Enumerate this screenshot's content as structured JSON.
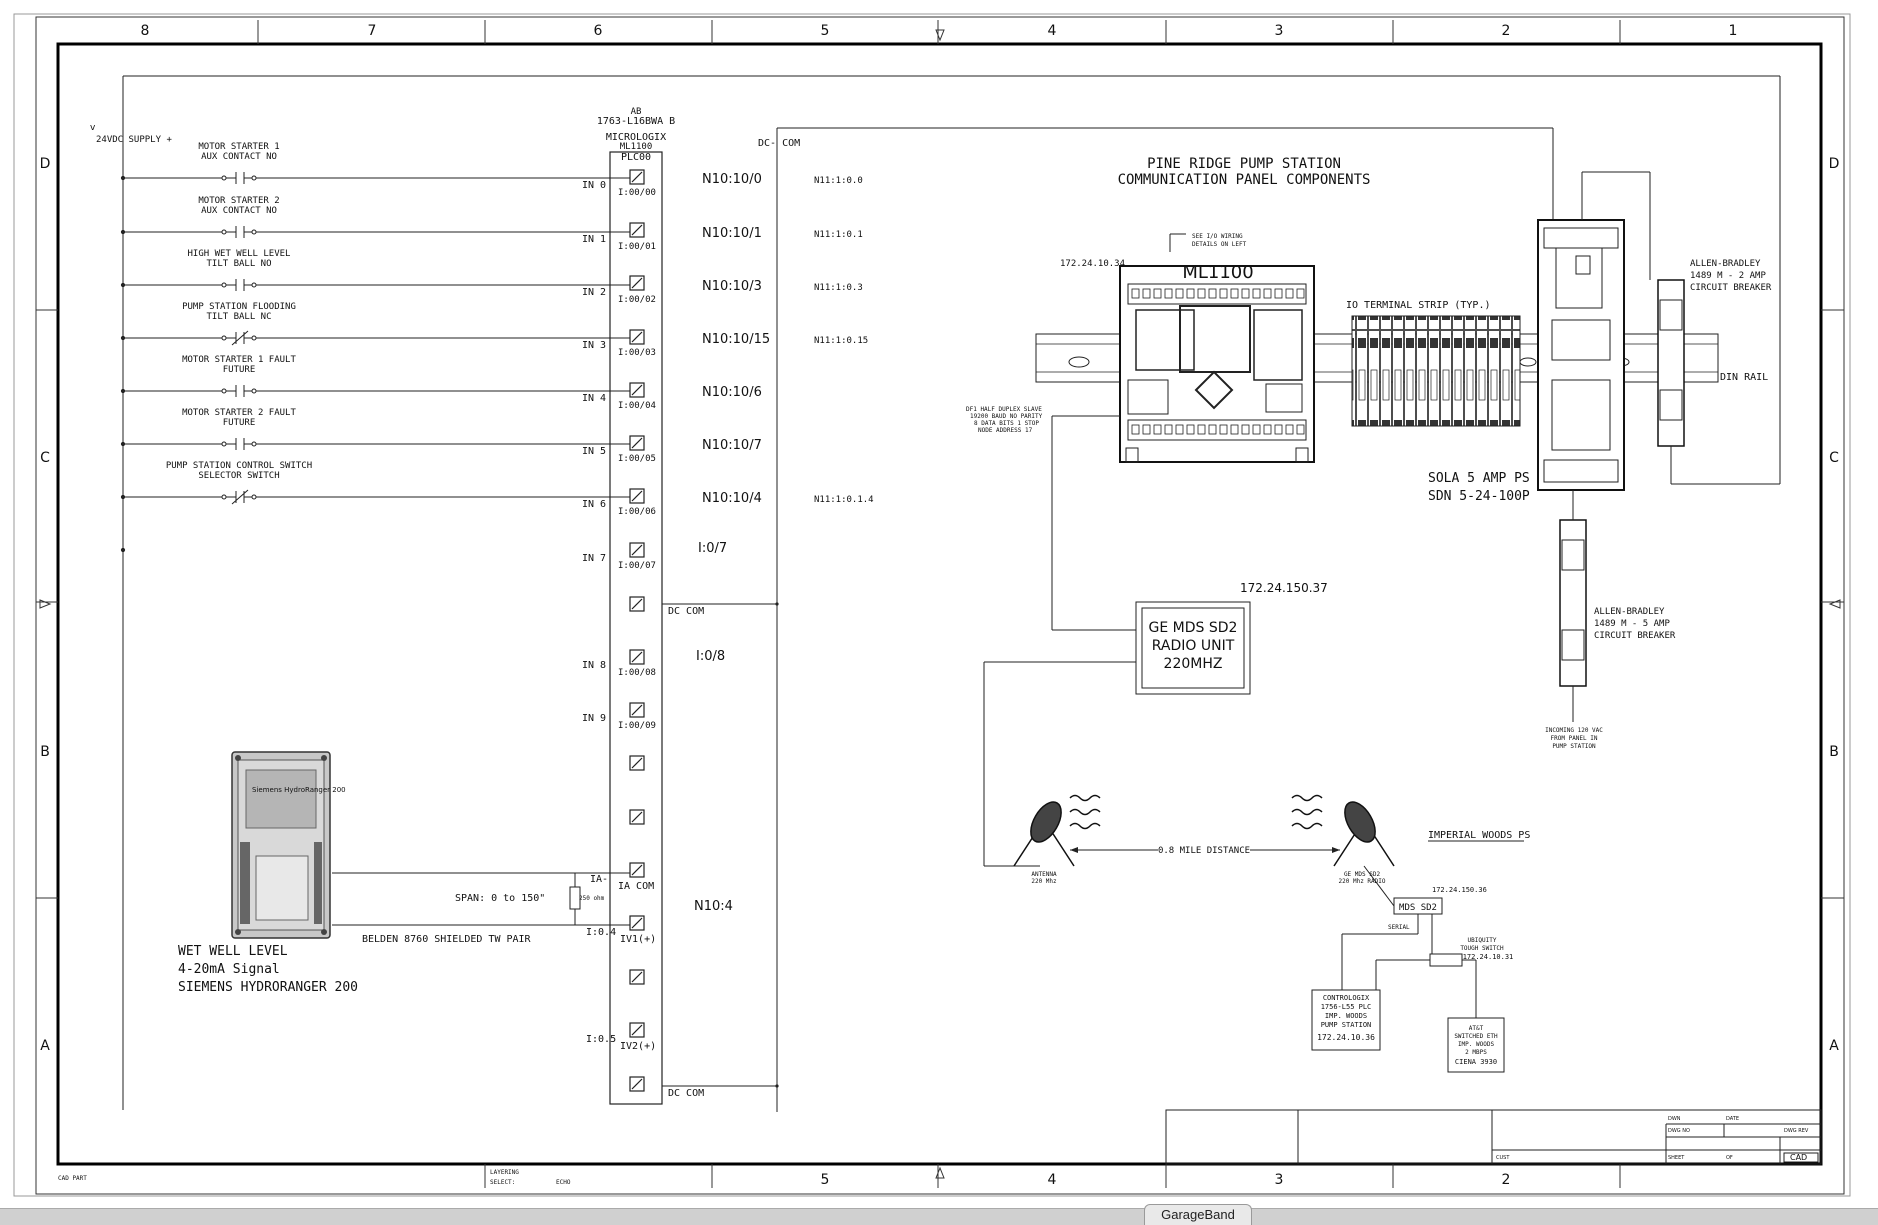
{
  "zones": {
    "columns": [
      "8",
      "7",
      "6",
      "5",
      "4",
      "3",
      "2",
      "1"
    ],
    "rows": [
      "D",
      "C",
      "B",
      "A"
    ]
  },
  "supply": {
    "label": "24VDC SUPPLY +",
    "mark": "v"
  },
  "plc": {
    "ab": "AB",
    "catalog": "1763-L16BWA B",
    "family": "MICROLOGIX",
    "model": "ML1100",
    "tag": "PLC00",
    "dc_com_top": "DC- COM",
    "dc_com": "DC COM",
    "dc_com_bottom": "DC COM",
    "ia_minus": "IA-",
    "ia_com": "IA COM",
    "iv1": "IV1(+)",
    "iv2": "IV2(+)",
    "i04": "I:0.4",
    "i05": "I:0.5",
    "n10_4": "N10:4",
    "io7": "I:0/7",
    "io8": "I:0/8"
  },
  "inputs": [
    {
      "line1": "MOTOR STARTER 1",
      "line2": "AUX CONTACT NO",
      "in": "IN 0",
      "addr": "I:00/00",
      "tag": "N10:10/0",
      "alt": "N11:1:0.0"
    },
    {
      "line1": "MOTOR STARTER 2",
      "line2": "AUX CONTACT NO",
      "in": "IN 1",
      "addr": "I:00/01",
      "tag": "N10:10/1",
      "alt": "N11:1:0.1"
    },
    {
      "line1": "HIGH WET WELL LEVEL",
      "line2": "TILT BALL NO",
      "in": "IN 2",
      "addr": "I:00/02",
      "tag": "N10:10/3",
      "alt": "N11:1:0.3"
    },
    {
      "line1": "PUMP STATION FLOODING",
      "line2": "TILT BALL NC",
      "in": "IN 3",
      "addr": "I:00/03",
      "tag": "N10:10/15",
      "alt": "N11:1:0.15"
    },
    {
      "line1": "MOTOR STARTER 1 FAULT",
      "line2": "FUTURE",
      "in": "IN 4",
      "addr": "I:00/04",
      "tag": "N10:10/6",
      "alt": ""
    },
    {
      "line1": "MOTOR STARTER 2 FAULT",
      "line2": "FUTURE",
      "in": "IN 5",
      "addr": "I:00/05",
      "tag": "N10:10/7",
      "alt": ""
    },
    {
      "line1": "PUMP STATION CONTROL SWITCH",
      "line2": "SELECTOR SWITCH",
      "in": "IN 6",
      "addr": "I:00/06",
      "tag": "N10:10/4",
      "alt": "N11:1:0.1.4"
    }
  ],
  "in7": {
    "in": "IN 7",
    "addr": "I:00/07"
  },
  "in8": {
    "in": "IN 8",
    "addr": "I:00/08"
  },
  "in9": {
    "in": "IN 9",
    "addr": "I:00/09"
  },
  "wetwell": {
    "line1": "WET WELL LEVEL",
    "line2": "4-20mA Signal",
    "line3": "SIEMENS HYDRORANGER 200",
    "cable": "BELDEN 8760 SHIELDED TW PAIR",
    "span": "SPAN: 0 to 150\"",
    "resistor": "250 ohm",
    "device_text": "Siemens HydroRanger 200"
  },
  "title": {
    "line1": "PINE RIDGE PUMP STATION",
    "line2": "COMMUNICATION PANEL COMPONENTS"
  },
  "components": {
    "ml1100": "ML1100",
    "ml_ip": "172.24.10.34",
    "see_io_1": "SEE I/O WIRING",
    "see_io_2": "DETAILS ON LEFT",
    "df1_1": "DF1 HALF DUPLEX SLAVE",
    "df1_2": "19200 BAUD NO PARITY",
    "df1_3": "8 DATA BITS 1 STOP",
    "df1_4": "NODE ADDRESS 17",
    "terminal": "IO TERMINAL STRIP (TYP.)",
    "din": "DIN RAIL",
    "cb2_1": "ALLEN-BRADLEY",
    "cb2_2": "1489 M - 2 AMP",
    "cb2_3": "CIRCUIT BREAKER",
    "ps_1": "SOLA 5 AMP PS",
    "ps_2": "SDN 5-24-100P",
    "cb5_1": "ALLEN-BRADLEY",
    "cb5_2": "1489 M - 5 AMP",
    "cb5_3": "CIRCUIT BREAKER",
    "incoming_1": "INCOMING 120 VAC",
    "incoming_2": "FROM PANEL IN",
    "incoming_3": "PUMP STATION",
    "radio_ip": "172.24.150.37",
    "radio_1": "GE MDS SD2",
    "radio_2": "RADIO UNIT",
    "radio_3": "220MHZ"
  },
  "link": {
    "antenna_1": "ANTENNA",
    "antenna_2": "220 Mhz",
    "distance": "0.8 MILE DISTANCE",
    "remote_1": "GE MDS SD2",
    "remote_2": "220 Mhz RADIO",
    "imperial": "IMPERIAL WOODS PS",
    "mds_ip": "172.24.150.36",
    "mds": "MDS SD2",
    "serial": "SERIAL",
    "switch_1": "UBIQUITY",
    "switch_2": "TOUGH SWITCH",
    "switch_3": "172.24.10.31",
    "clx_1": "CONTROLOGIX",
    "clx_2": "1756-L55 PLC",
    "clx_3": "IMP. WOODS",
    "clx_4": "PUMP STATION",
    "clx_5": "172.24.10.36",
    "att_1": "AT&T",
    "att_2": "SWITCHED ETH",
    "att_3": "IMP. WOODS",
    "att_4": "2 MBPS",
    "att_5": "CIENA 3930"
  },
  "titleblock": {
    "dwn": "DWN",
    "date": "DATE",
    "dwg_no": "DWG NO",
    "dwg_rev": "DWG REV",
    "sheet": "SHEET",
    "of": "OF",
    "cust": "CUST",
    "cad": "CAD"
  },
  "footer": {
    "cad_part": "CAD PART",
    "layering": "LAYERING",
    "select": "SELECT:",
    "echo": "ECHO"
  },
  "taskbar": {
    "app": "GarageBand"
  }
}
